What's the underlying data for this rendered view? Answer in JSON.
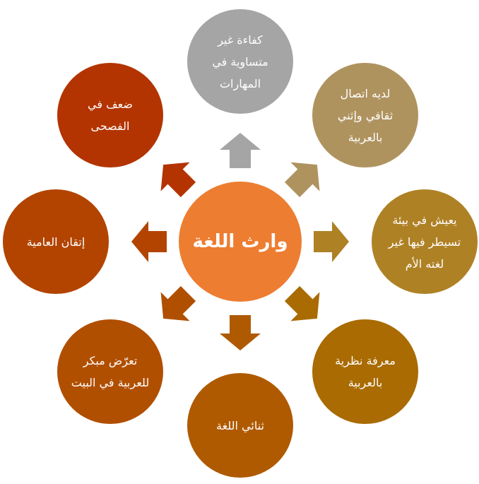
{
  "center": {
    "label": "وارث اللغة",
    "color": "#ed7d31"
  },
  "nodes": [
    {
      "id": "top",
      "label": "كفاءة غير متساوية في المهارات",
      "color": "#a5a5a5",
      "angle": 0
    },
    {
      "id": "top-right",
      "label": "لديه اتصال ثقافي وإثني بالعربية",
      "color": "#af935f",
      "angle": 45
    },
    {
      "id": "right",
      "label": "يعيش في بيئة تسيطر فيها غير لغته الأم",
      "color": "#ae8125",
      "angle": 90
    },
    {
      "id": "bottom-right",
      "label": "معرفة نظرية بالعربية",
      "color": "#a96b02",
      "angle": 135
    },
    {
      "id": "bottom",
      "label": "ثنائي اللغة",
      "color": "#af5a00",
      "angle": 180
    },
    {
      "id": "bottom-left",
      "label": "تعرّض مبكر للعربية في البيت",
      "color": "#b14f00",
      "angle": 225
    },
    {
      "id": "left",
      "label": "إتقان العامية",
      "color": "#b24400",
      "angle": 270
    },
    {
      "id": "top-left",
      "label": "ضعف في الفصحى",
      "color": "#b33400",
      "angle": 315
    }
  ]
}
